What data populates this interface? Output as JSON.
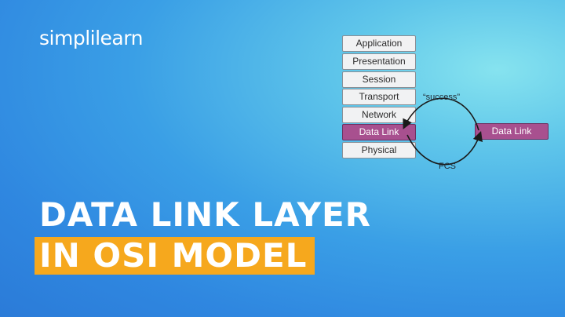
{
  "brand": {
    "logo_text": "simplilearn"
  },
  "osi_stack": {
    "layers": [
      "Application",
      "Presentation",
      "Session",
      "Transport",
      "Network",
      "Data Link",
      "Physical"
    ],
    "highlighted": "Data Link"
  },
  "peer_node": {
    "label": "Data Link"
  },
  "arrows": {
    "top_label": "“success”",
    "bottom_label": "FCS"
  },
  "title": {
    "line1": "DATA LINK LAYER",
    "line2": "IN OSI MODEL"
  },
  "colors": {
    "highlight": "#a8508f",
    "accent_bar": "#f6a81d"
  }
}
